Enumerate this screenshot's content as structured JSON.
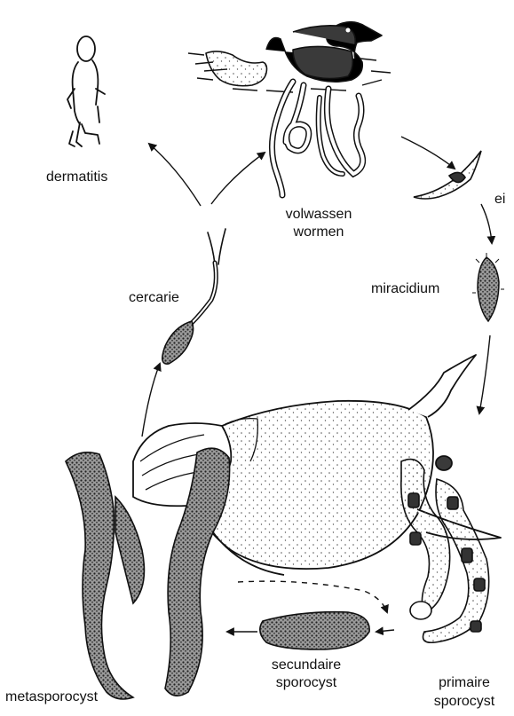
{
  "labels": {
    "dermatitis": "dermatitis",
    "adult_worms_line1": "volwassen",
    "adult_worms_line2": "wormen",
    "egg": "ei",
    "miracidium": "miracidium",
    "cercaria": "cercarie",
    "metasporocyst": "metasporocyst",
    "secondary_sporocyst_line1": "secundaire",
    "secondary_sporocyst_line2": "sporocyst",
    "primary_sporocyst_line1": "primaire",
    "primary_sporocyst_line2": "sporocyst"
  },
  "colors": {
    "ink": "#111111",
    "stipple": "#555555",
    "dark_fill": "#3a3a3a",
    "background": "#ffffff"
  }
}
